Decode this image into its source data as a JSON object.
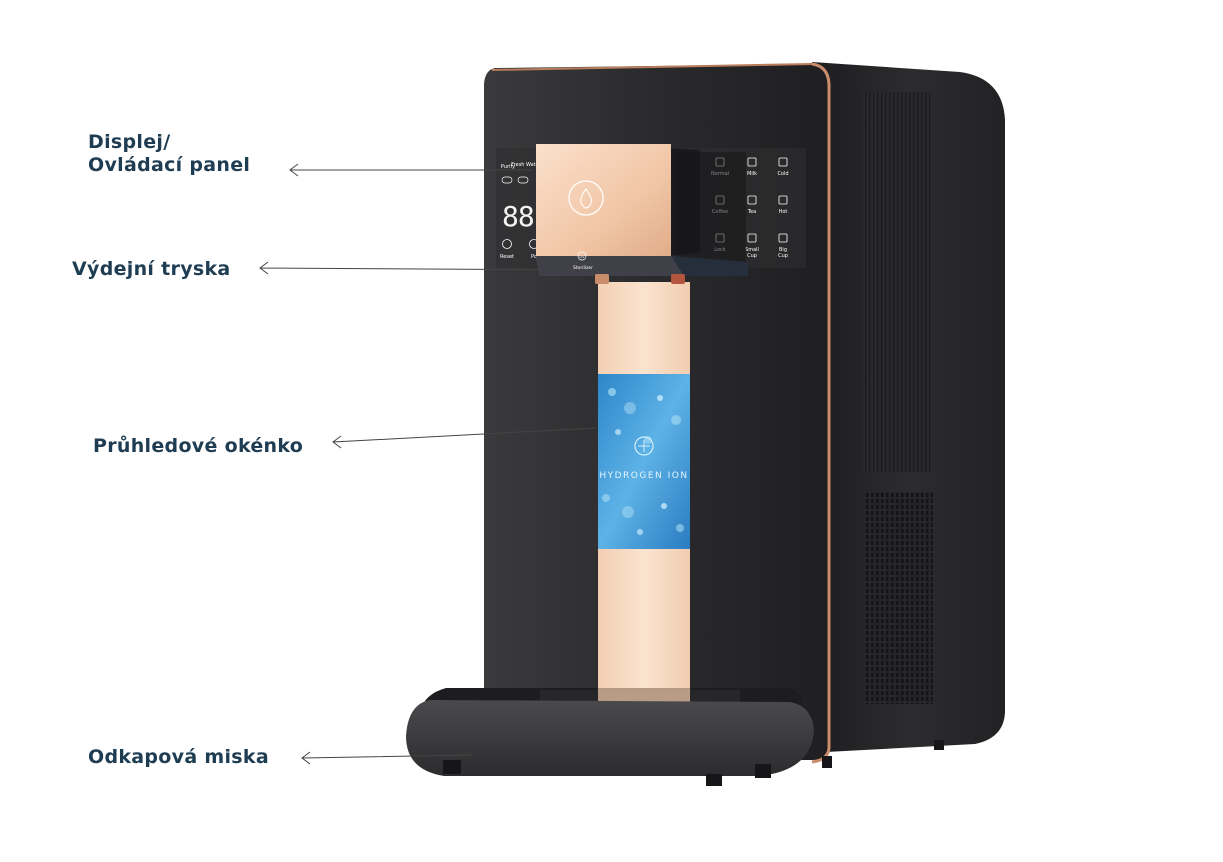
{
  "labels": {
    "display_line1": "Displej/",
    "display_line2": "Ovládací panel",
    "nozzle": "Výdejní tryska",
    "window": "Průhledové okénko",
    "drip_tray": "Odkapová miska"
  },
  "panel": {
    "left_buttons": [
      "Purify",
      "Fresh Water",
      "Reset",
      "Po"
    ],
    "digits": "88",
    "sterilizer_badge": "UV",
    "sterilizer_text": "Sterilizer",
    "right_grid": [
      [
        "Normal",
        "Milk",
        "Cold"
      ],
      [
        "Coffee",
        "Tea",
        "Hot"
      ],
      [
        "Lock",
        "Small Cup",
        "Big Cup"
      ]
    ]
  },
  "window_brand": "HYDROGEN ION",
  "colors": {
    "label_text": "#1f3d52",
    "body": "#2b2b2d",
    "trim": "#c98d6b",
    "column": "#f8dcc3",
    "window": "#3f9bd8"
  }
}
